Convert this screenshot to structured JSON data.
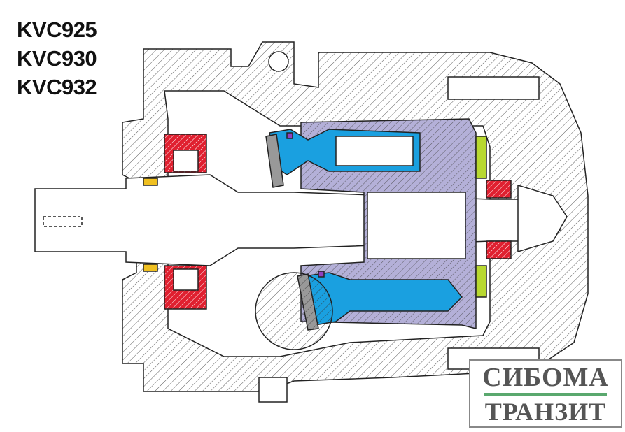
{
  "models": [
    "KVC925",
    "KVC930",
    "KVC932"
  ],
  "logo": {
    "line1": "СИБОМА",
    "line2": "ТРАНЗИТ",
    "accent": "#5aa86e"
  },
  "colors": {
    "bearing": "#e02030",
    "piston": "#1aa0e0",
    "cylinder_block": "#a8a4d0",
    "valve_plate": "#b8d830",
    "seal": "#f0c020",
    "retainer": "#9040c0"
  }
}
